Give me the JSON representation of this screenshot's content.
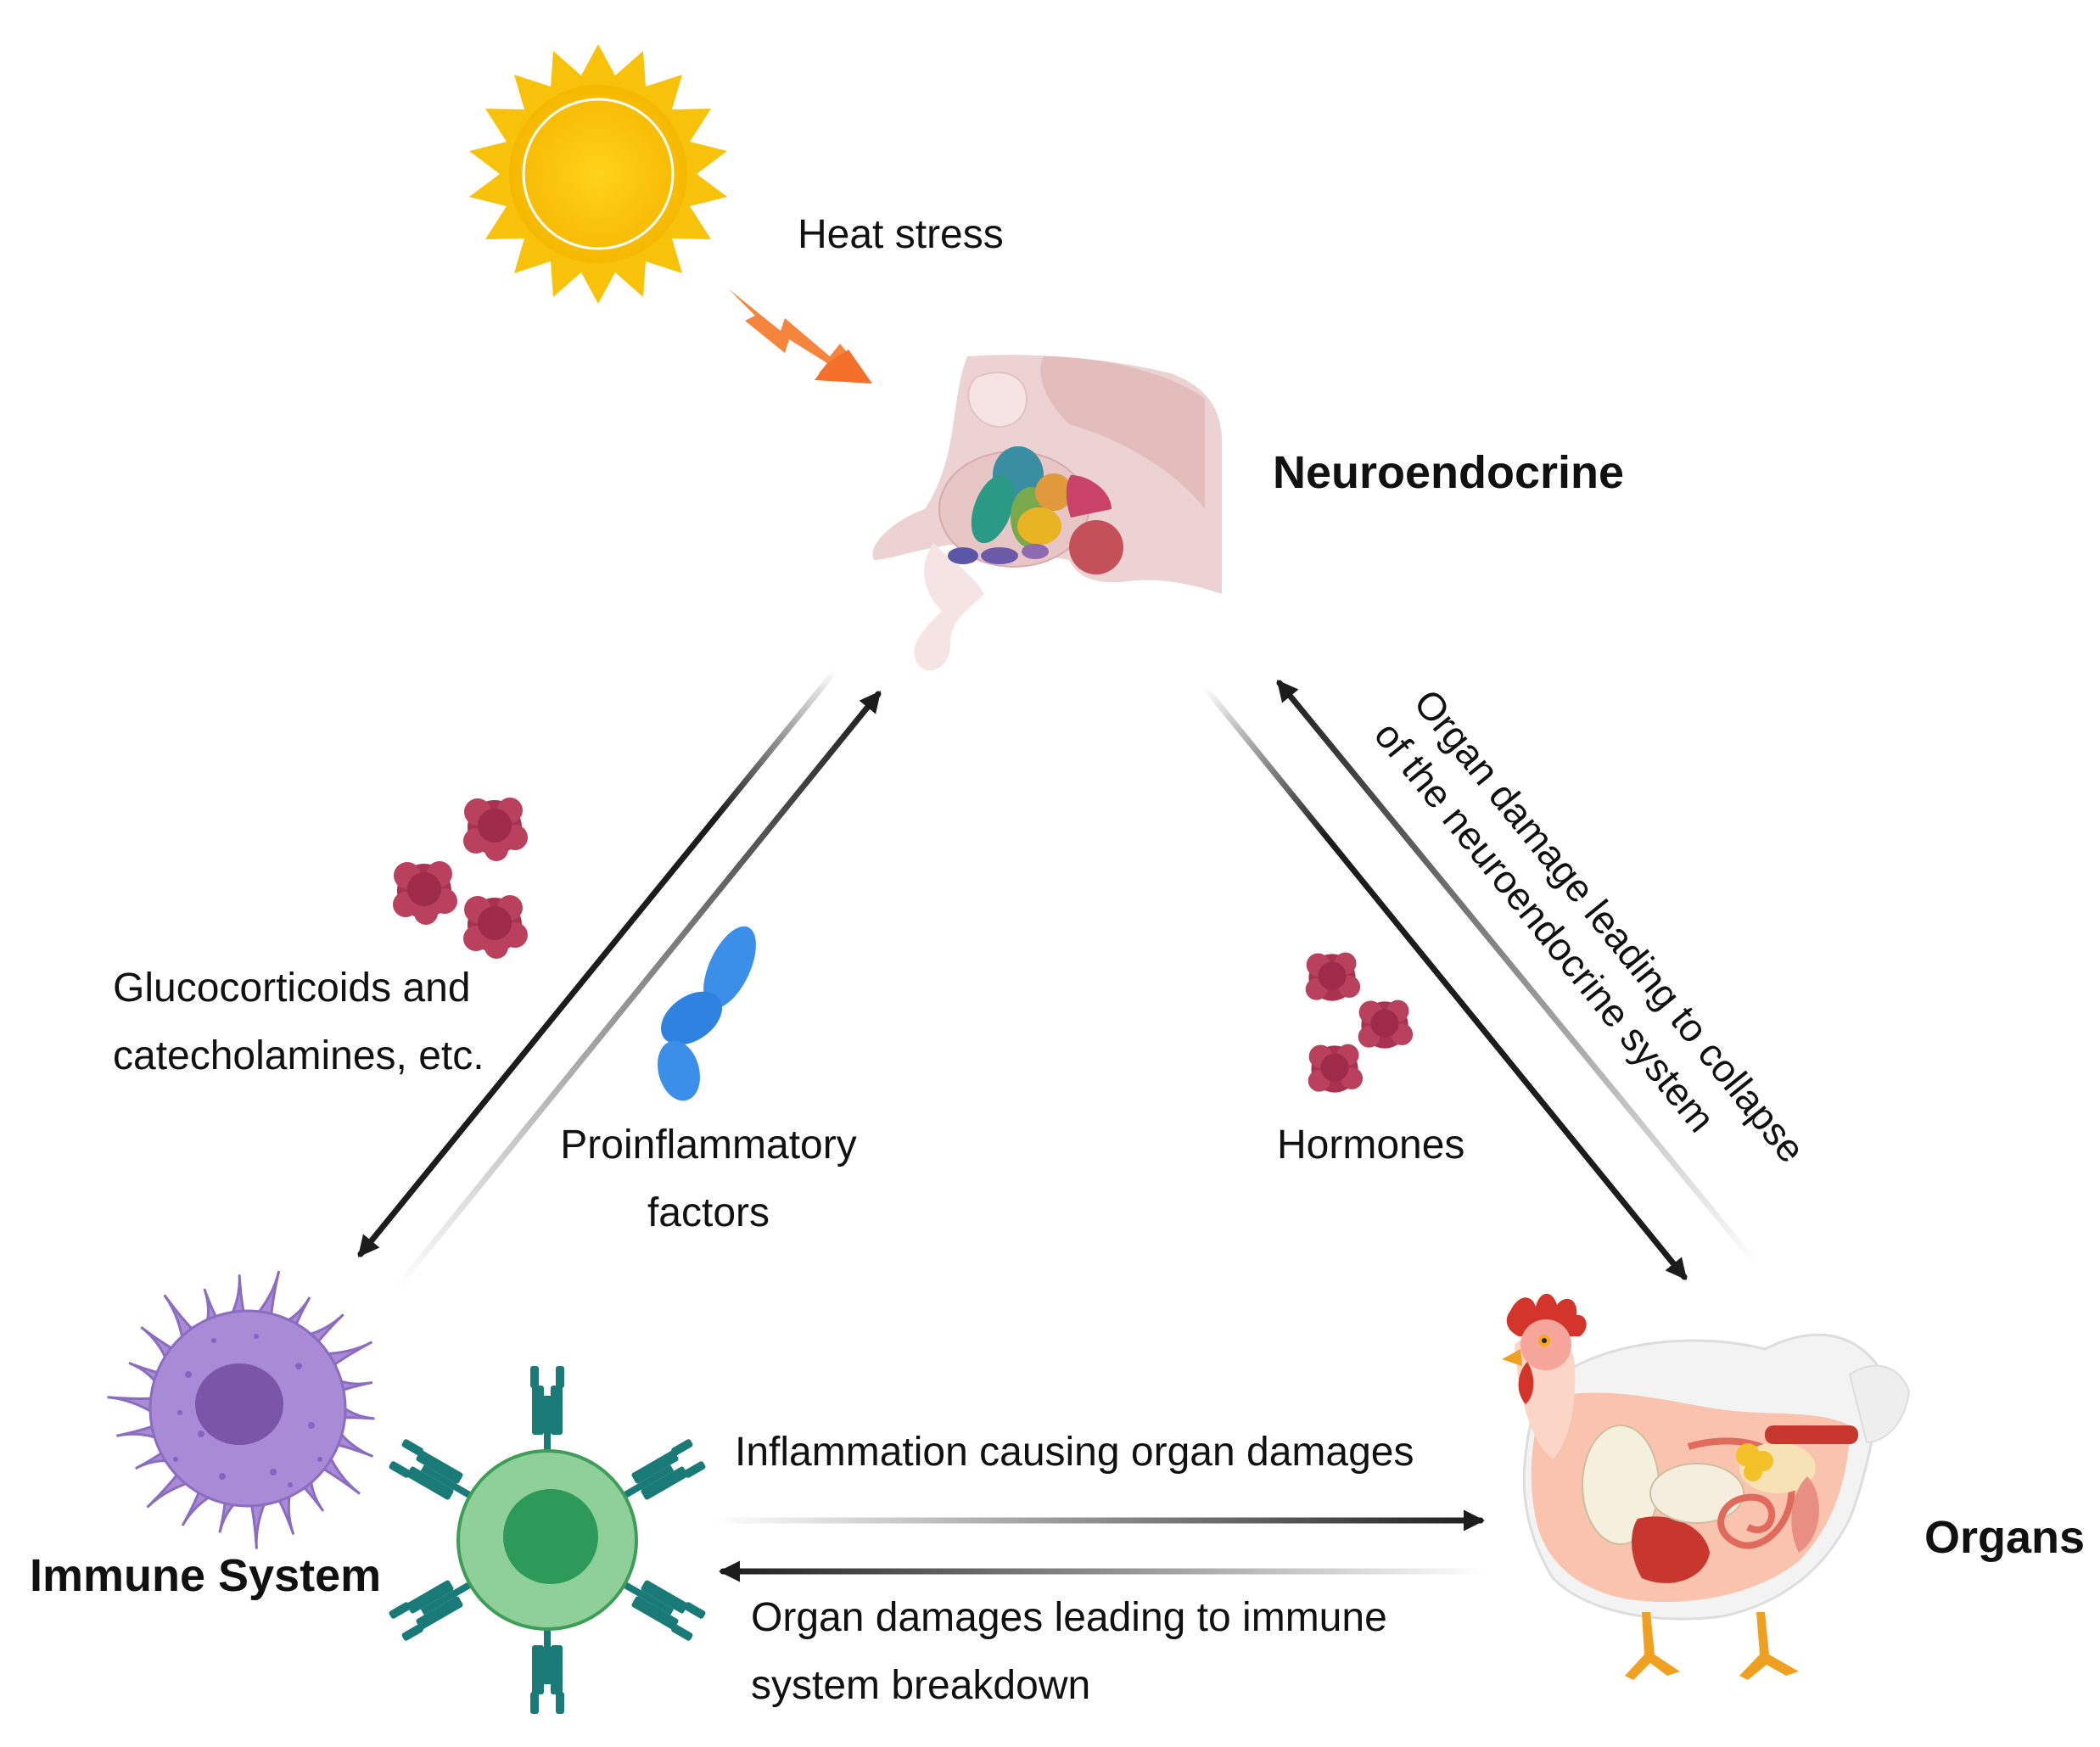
{
  "nodes": {
    "neuroendocrine": "Neuroendocrine",
    "immune_system": "Immune System",
    "organs": "Organs"
  },
  "stressor": "Heat stress",
  "edges": {
    "glucocorticoids": [
      "Glucocorticoids and",
      "catecholamines, etc."
    ],
    "proinflammatory": [
      "Proinflammatory",
      "factors"
    ],
    "hormones": "Hormones",
    "organ_collapse": [
      "Organ damage leading to collapse",
      "of the neuroendocrine system"
    ],
    "inflammation": "Inflammation causing organ damages",
    "organ_breakdown": [
      "Organ damages leading to immune",
      "system breakdown"
    ]
  },
  "colors": {
    "sun": "#f9c10a",
    "heat_arrow": "#f5843c",
    "hormone_particle": "#a8324f",
    "proinflammatory_particle": "#3b8fe8",
    "macrophage": "#a98ad6",
    "lymphocyte": "#8fcf9a",
    "antibody": "#1a7a78",
    "arrow": "#1c1c1c"
  },
  "icons": [
    "sun-icon",
    "heat-lightning-icon",
    "brain-section-icon",
    "hormone-particles-icon",
    "cytokine-icon",
    "macrophage-icon",
    "lymphocyte-icon",
    "chicken-anatomy-icon"
  ]
}
